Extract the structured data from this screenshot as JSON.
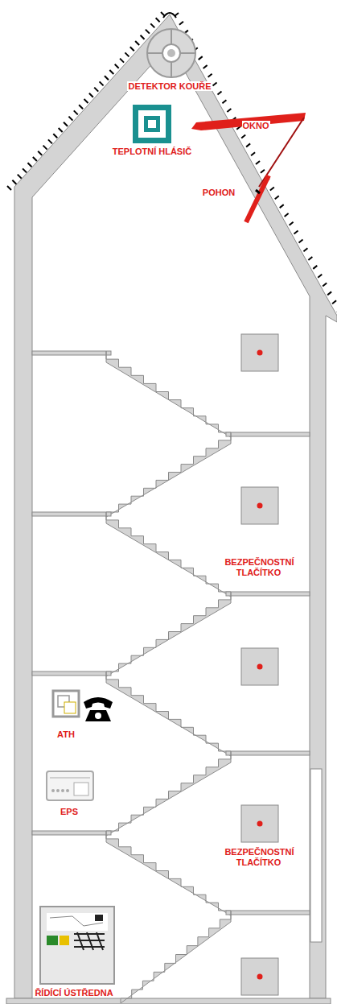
{
  "diagram": {
    "labels": [
      "DETEKTOR KOUŘE",
      "OKNO",
      "TEPLOTNÍ HLÁSIČ",
      "POHON",
      "BEZPEČNOSTNÍ TLAČÍTKO",
      "ATH",
      "EPS",
      "BEZPEČNOSTNÍ TLAČÍTKO",
      "ŘÍDÍCÍ ÚSTŘEDNA"
    ]
  }
}
